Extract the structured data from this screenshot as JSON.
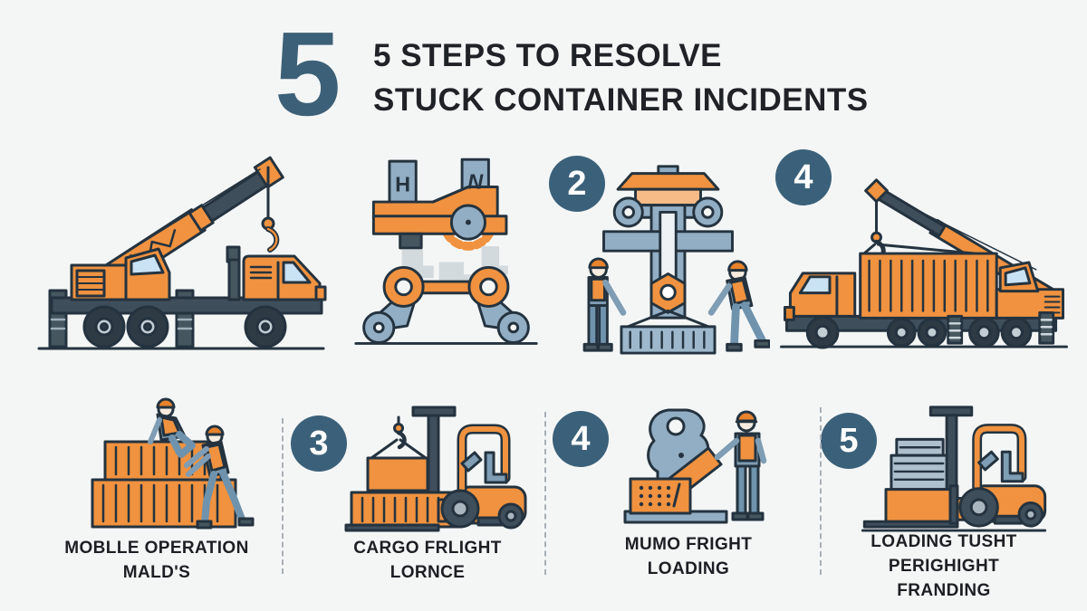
{
  "title": {
    "big_number": "5",
    "line1": "5 STEPS TO RESOLVE",
    "line2": "STUCK CONTAINER INCIDENTS"
  },
  "colors": {
    "accent_teal": "#3c6077",
    "badge_circle": "#3b617a",
    "machine_orange": "#f0923f",
    "slate_blue": "#92aec4",
    "outline": "#24333f",
    "background": "#f4f6f6",
    "text": "#1f2226"
  },
  "machine": {
    "left_post": "H",
    "right_post": "N"
  },
  "row1": [
    {
      "name": "mobile-crane-truck",
      "badge": ""
    },
    {
      "name": "spreader-lock-mechanism",
      "badge": ""
    },
    {
      "name": "hoisted-container-with-workers",
      "badge": "2"
    },
    {
      "name": "crane-loading-container-truck",
      "badge": "4"
    }
  ],
  "row2": [
    {
      "name": "workers-stacking-containers",
      "badge": "",
      "label1": "MOBLLE OPERATION",
      "label2": "MALD'S",
      "label3": ""
    },
    {
      "name": "forklift-lifting-cargo",
      "badge": "3",
      "label1": "CARGO FRLIGHT",
      "label2": "LORNCE",
      "label3": ""
    },
    {
      "name": "lifting-hook-station",
      "badge": "4",
      "label1": "MUMO FRIGHT",
      "label2": "LOADING",
      "label3": ""
    },
    {
      "name": "forklift-loading-pallets",
      "badge": "5",
      "label1": "LOADING TUSHT",
      "label2": "PERIGHIGHT",
      "label3": "FRANDING"
    }
  ]
}
